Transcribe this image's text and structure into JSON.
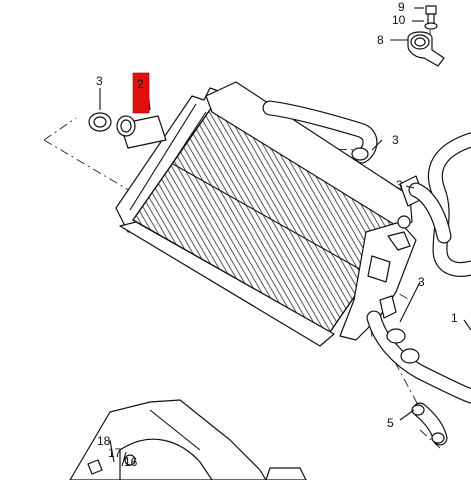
{
  "callouts": [
    {
      "id": "c9",
      "text": "9"
    },
    {
      "id": "c10",
      "text": "10"
    },
    {
      "id": "c8",
      "text": "8"
    },
    {
      "id": "c3a",
      "text": "3"
    },
    {
      "id": "c2",
      "text": "2",
      "highlight": "#e01010"
    },
    {
      "id": "c3b",
      "text": "3"
    },
    {
      "id": "c3c",
      "text": "3"
    },
    {
      "id": "c3d",
      "text": "3"
    },
    {
      "id": "c1",
      "text": "1"
    },
    {
      "id": "c5",
      "text": "5"
    },
    {
      "id": "c18",
      "text": "18"
    },
    {
      "id": "c17",
      "text": "17"
    },
    {
      "id": "c16",
      "text": "16"
    }
  ]
}
